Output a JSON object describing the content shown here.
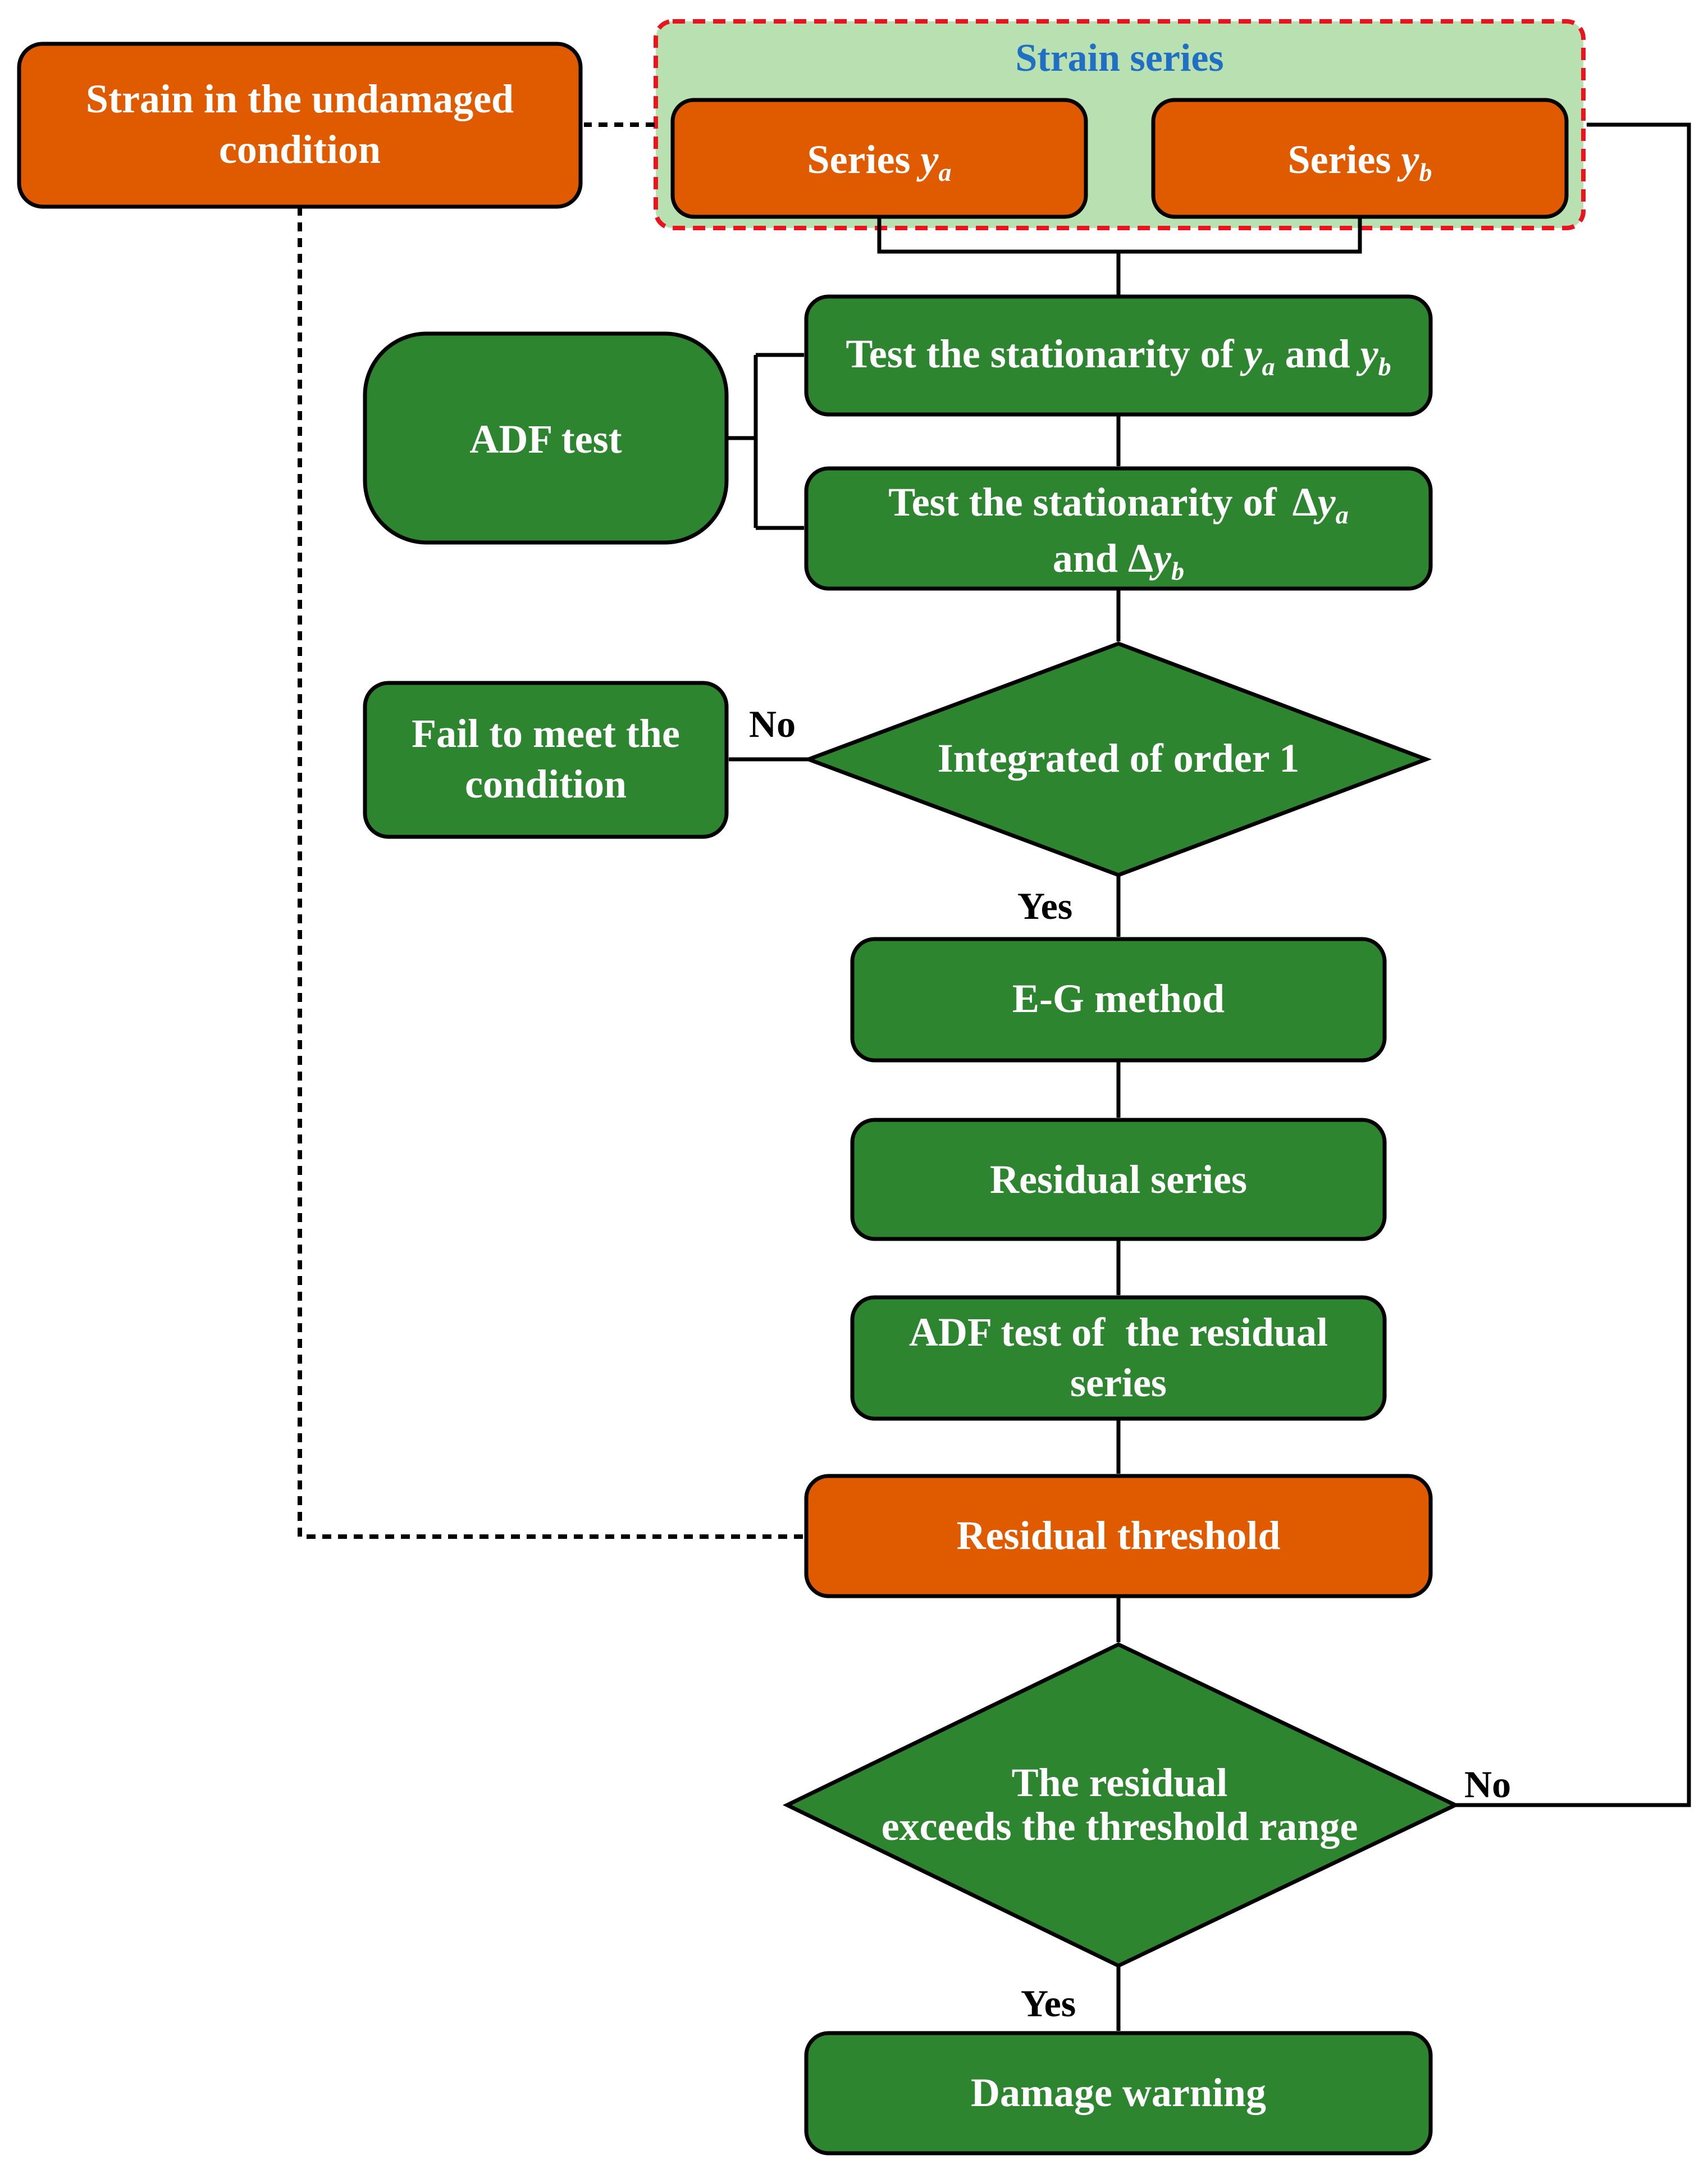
{
  "colors": {
    "orange": "#e05a00",
    "green": "#2e8530",
    "group_fill": "#b8e0b0",
    "group_border": "#e8141e",
    "group_title": "#1f6fc4",
    "stroke": "#000000"
  },
  "nodes": {
    "strain_series_title": "Strain series",
    "series_ya": {
      "text": "Series ",
      "var": "y",
      "sub": "a"
    },
    "series_yb": {
      "text": "Series ",
      "var": "y",
      "sub": "b"
    },
    "strain_undamaged": {
      "line1": "Strain in the undamaged",
      "line2": "condition"
    },
    "test_stationarity": {
      "text": "Test the stationarity of ",
      "var1": "y",
      "sub1": "a",
      "and": " and ",
      "var2": "y",
      "sub2": "b"
    },
    "adf_test": "ADF test",
    "test_diff": {
      "line1": "Test the stationarity of ",
      "delta": "Δ",
      "var1": "y",
      "sub1": "a",
      "and": "and ",
      "var2": "y",
      "sub2": "b"
    },
    "integrated": "Integrated of order 1",
    "fail": {
      "line1": "Fail to meet the",
      "line2": "condition"
    },
    "eg_method": "E-G method",
    "residual_series": "Residual series",
    "adf_residual": {
      "line1": "ADF test of  the residual",
      "line2": "series"
    },
    "residual_threshold": "Residual threshold",
    "exceeds": {
      "line1": "The residual",
      "line2": "exceeds the threshold range"
    },
    "damage_warning": "Damage warning"
  },
  "edges": {
    "no_label_1": "No",
    "yes_label_1": "Yes",
    "no_label_2": "No",
    "yes_label_2": "Yes"
  }
}
